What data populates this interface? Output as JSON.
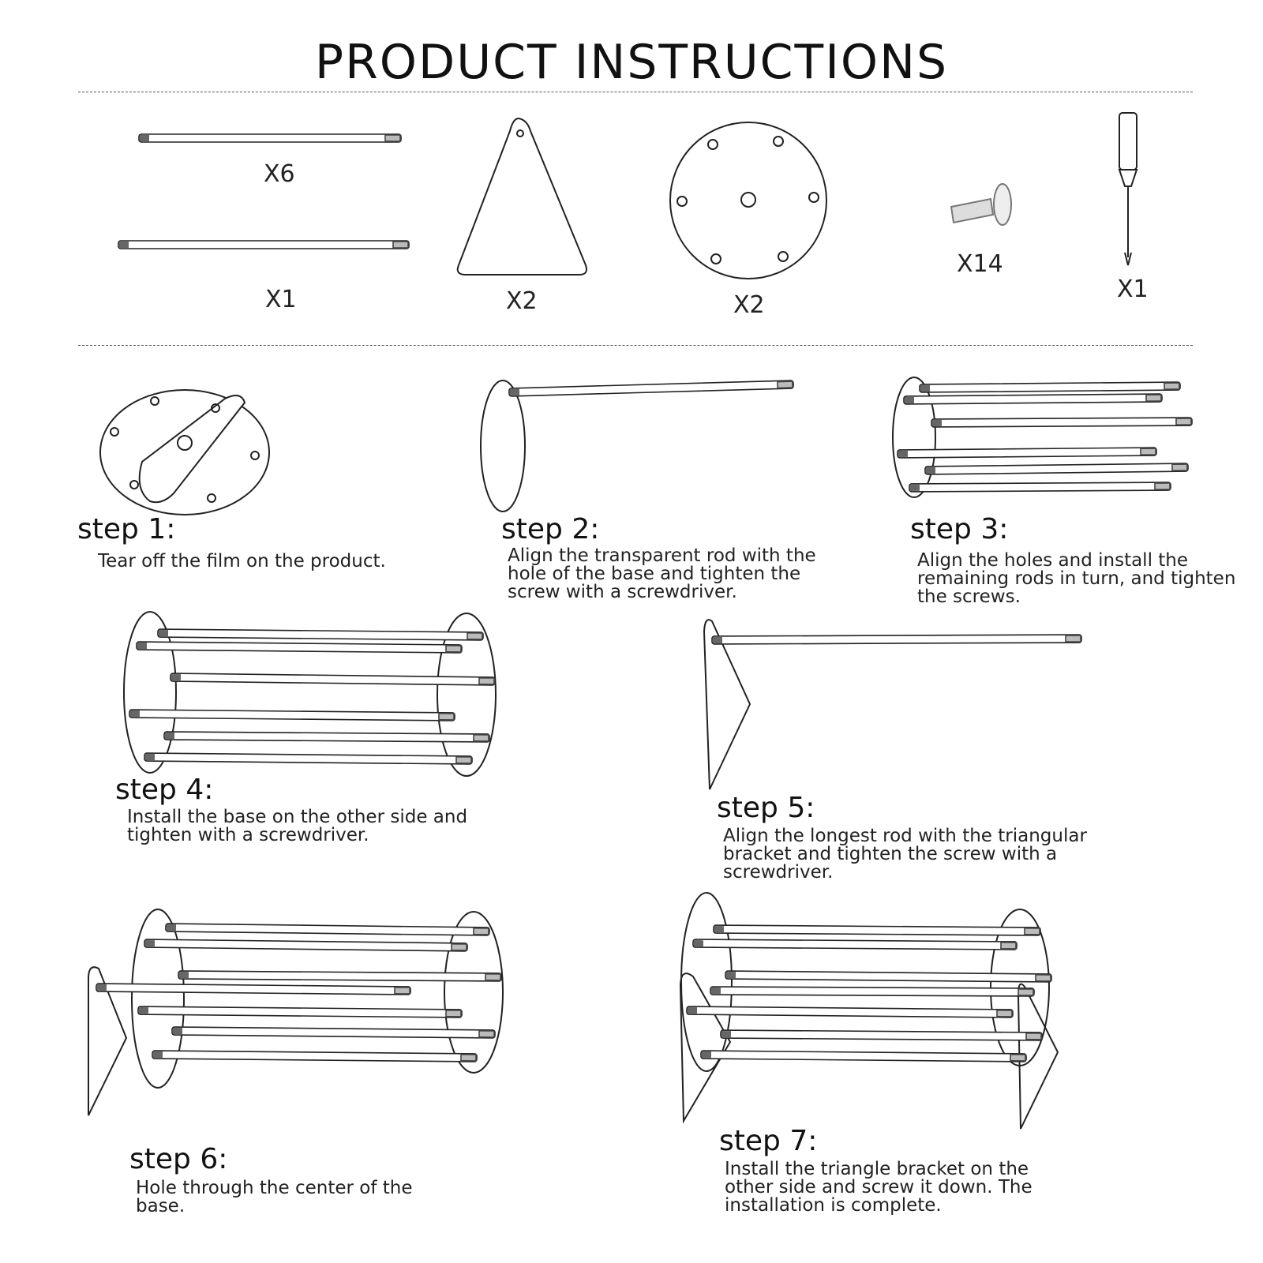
{
  "title": "PRODUCT INSTRUCTIONS",
  "parts": [
    {
      "name": "short-rod",
      "qty": "X6"
    },
    {
      "name": "long-rod",
      "qty": "X1"
    },
    {
      "name": "triangle-bracket",
      "qty": "X2"
    },
    {
      "name": "round-base",
      "qty": "X2"
    },
    {
      "name": "screw",
      "qty": "X14"
    },
    {
      "name": "screwdriver",
      "qty": "X1"
    }
  ],
  "steps": [
    {
      "label": "step 1:",
      "lines": [
        "Tear off the film on the product."
      ]
    },
    {
      "label": "step 2:",
      "lines": [
        "Align the transparent rod with the",
        "hole of the base and tighten the",
        "screw with a screwdriver."
      ]
    },
    {
      "label": "step 3:",
      "lines": [
        "Align the holes and install the",
        "remaining rods in turn, and tighten",
        "the screws."
      ]
    },
    {
      "label": "step 4:",
      "lines": [
        "Install the base on the other side and",
        "tighten with a screwdriver."
      ]
    },
    {
      "label": "step 5:",
      "lines": [
        "Align the longest rod with the triangular",
        "bracket and tighten the screw with a",
        "screwdriver."
      ]
    },
    {
      "label": "step 6:",
      "lines": [
        "Hole through the center of the",
        "base."
      ]
    },
    {
      "label": "step 7:",
      "lines": [
        "Install the triangle bracket on the",
        "other side and screw it down. The",
        "installation is complete."
      ]
    }
  ]
}
